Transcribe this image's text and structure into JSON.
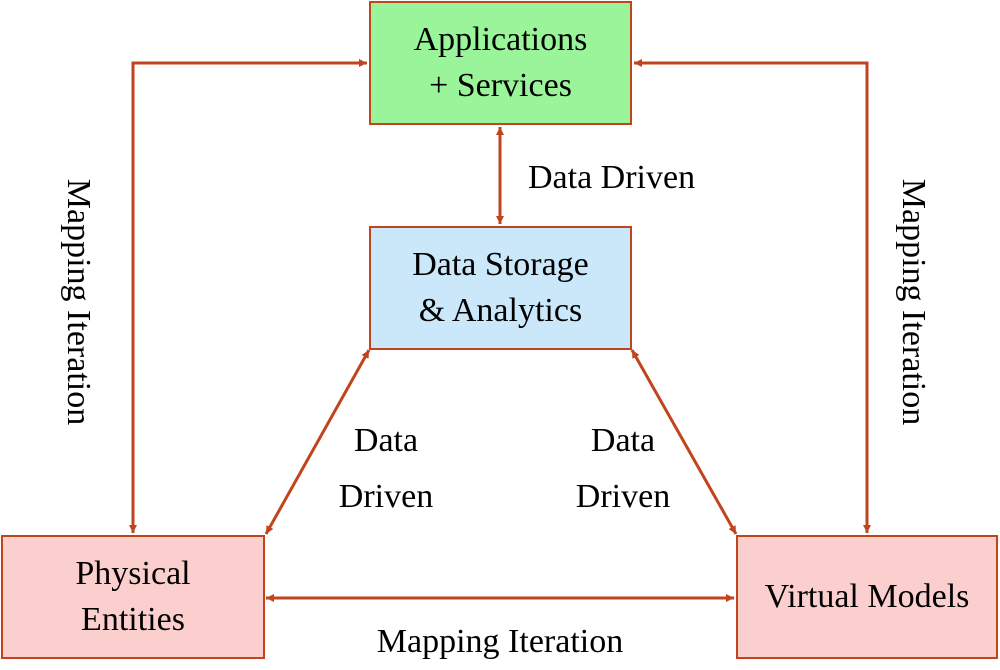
{
  "nodes": {
    "applications": {
      "line1": "Applications",
      "line2": "+ Services",
      "fill": "#9af59a"
    },
    "storage": {
      "line1": "Data Storage",
      "line2": "& Analytics",
      "fill": "#cbe8fb"
    },
    "physical": {
      "line1": "Physical",
      "line2": "Entities",
      "fill": "#fccfcf"
    },
    "virtual": {
      "line1": "Virtual Models",
      "fill": "#fccfcf"
    }
  },
  "edges": {
    "apps_storage": "Data Driven",
    "storage_physical": {
      "line1": "Data",
      "line2": "Driven"
    },
    "storage_virtual": {
      "line1": "Data",
      "line2": "Driven"
    },
    "physical_virtual": "Mapping Iteration",
    "apps_physical": "Mapping Iteration",
    "apps_virtual": "Mapping Iteration"
  },
  "colors": {
    "arrow": "#c0441c",
    "border": "#c0441c"
  }
}
